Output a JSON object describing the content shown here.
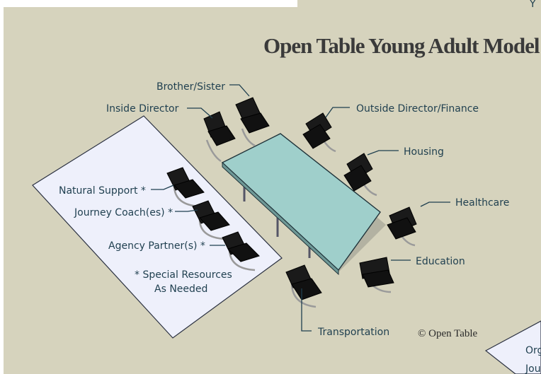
{
  "title": "Open Table Young Adult Model",
  "copyright": "© Open Table",
  "corner_top_right": "Y",
  "corner_bottom": {
    "line1": "Org",
    "line2": "Jou"
  },
  "labels": {
    "brother_sister": "Brother/Sister",
    "inside_director": "Inside Director",
    "outside_director": "Outside Director/Finance",
    "housing": "Housing",
    "healthcare": "Healthcare",
    "education": "Education",
    "transportation": "Transportation",
    "natural_support": "Natural Support *",
    "journey_coach": "Journey Coach(es) *",
    "agency_partner": "Agency Partner(s) *",
    "special_line1": "* Special Resources",
    "special_line2": "As Needed"
  },
  "colors": {
    "background": "#d6d3bd",
    "table_top": "#9fcfcb",
    "support_panel": "#eef0fb",
    "label_text": "#1f3f4f"
  }
}
